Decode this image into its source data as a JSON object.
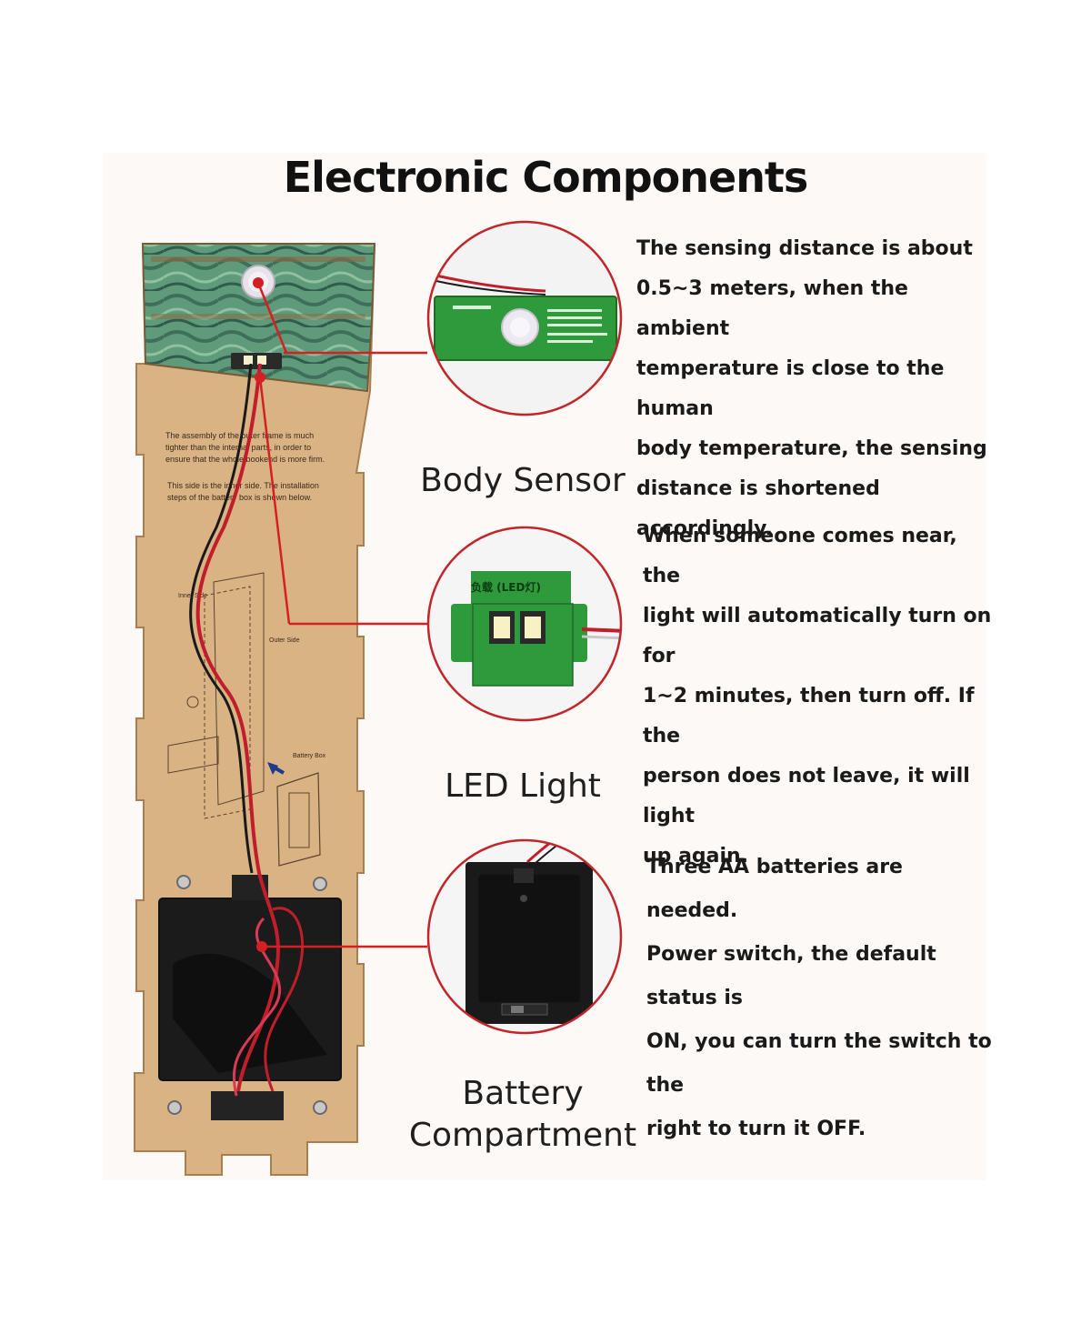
{
  "title": "Electronic Components",
  "components": [
    {
      "name": "Body Sensor",
      "description": "The sensing distance is about\n0.5~3 meters, when the ambient\ntemperature is close to the human\nbody temperature, the sensing\ndistance is shortened accordingly."
    },
    {
      "name": "LED Light",
      "description": "When someone comes near, the\nlight will automatically turn on for\n1~2 minutes, then turn off. If the\nperson does not leave, it will light\nup again."
    },
    {
      "name": "Battery\nCompartment",
      "description": "Three AA batteries are needed.\nPower switch, the default status is\nON, you can turn the switch to the\nright to turn it OFF."
    }
  ],
  "board_text": {
    "note_1": "The assembly of the outer frame is much tighter than the internal parts, in order to ensure that the whole bookend is more firm.",
    "note_2": "This side is the inner side. The installation steps of the battery box is shown below.",
    "inner_side": "Inner Side",
    "outer_side": "Outer Side",
    "battery_box": "Battery Box"
  },
  "led_board_label": "负载 (LED灯)",
  "colors": {
    "accent_red": "#d42020",
    "wood": "#d9b383",
    "pcb_green": "#2f9a3c",
    "panel_bg": "#fcf9f6"
  }
}
